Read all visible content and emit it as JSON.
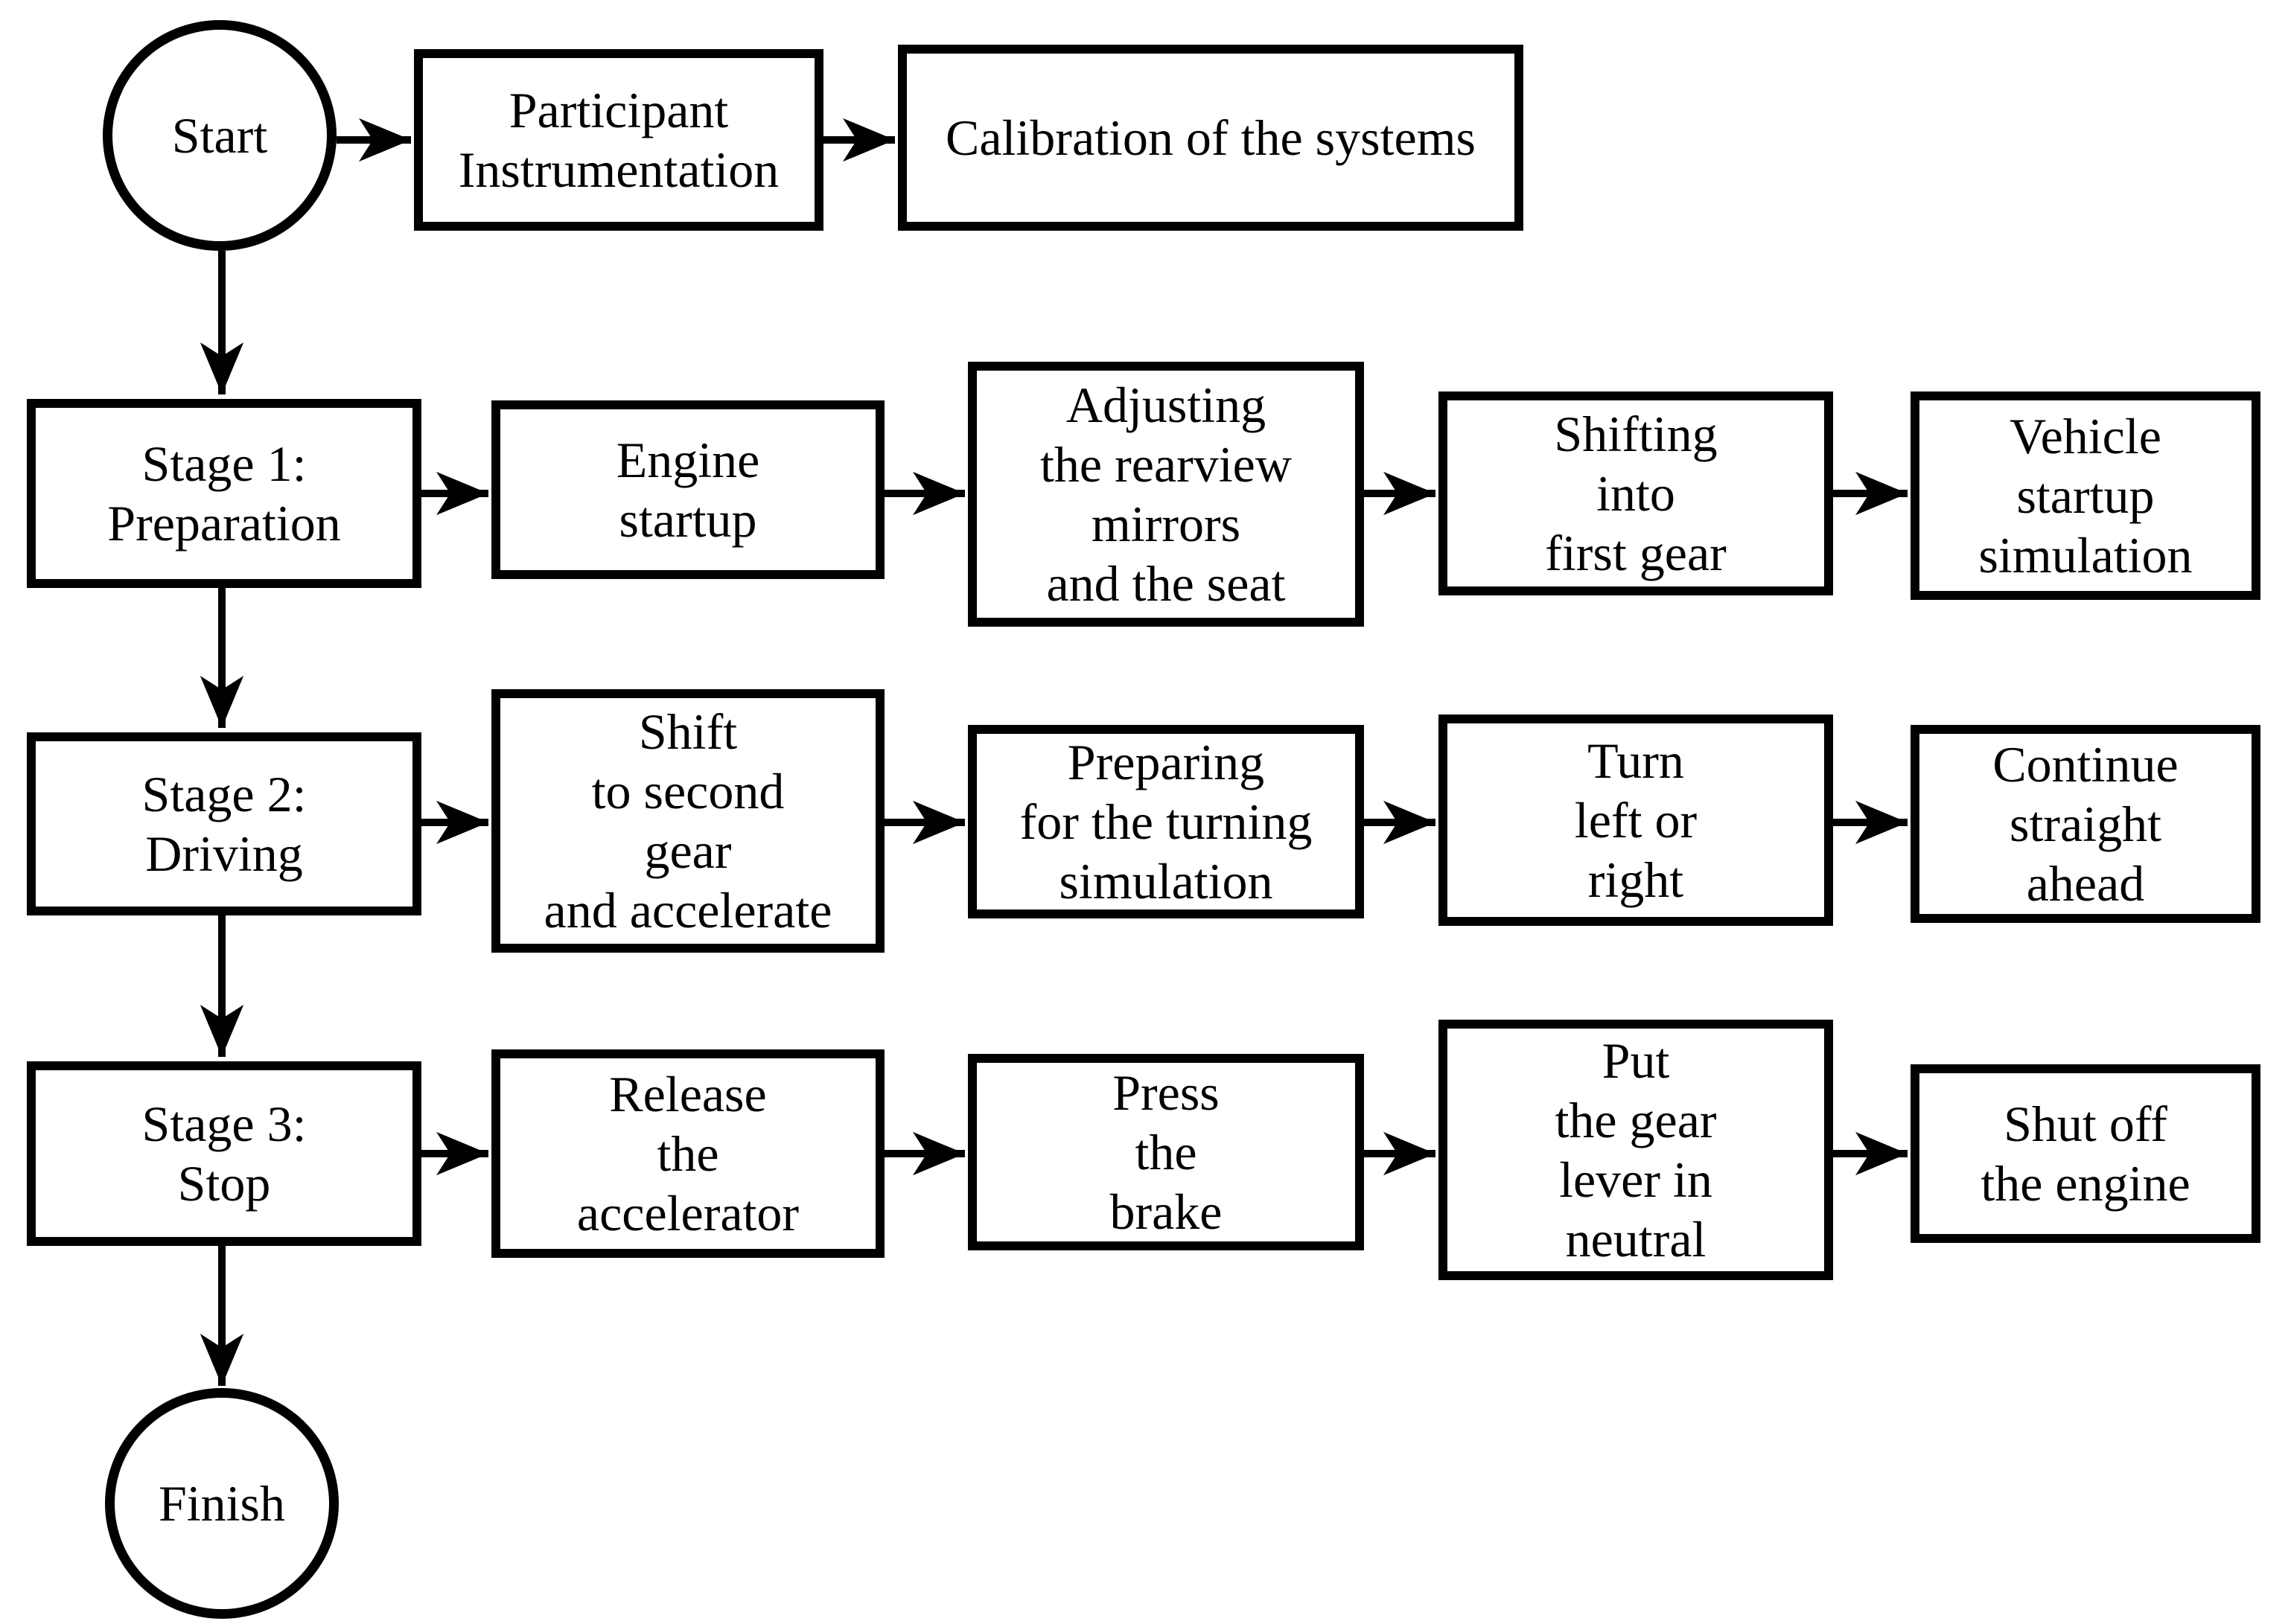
{
  "flowchart": {
    "start": {
      "label": "Start"
    },
    "finish": {
      "label": "Finish"
    },
    "top": {
      "participant": {
        "label": "Participant\nInstrumentation"
      },
      "calibration": {
        "label": "Calibration of the systems"
      }
    },
    "stage1": {
      "title": {
        "label": "Stage 1:\nPreparation"
      },
      "steps": [
        {
          "label": "Engine\nstartup"
        },
        {
          "label": "Adjusting\nthe rearview\nmirrors\nand the seat"
        },
        {
          "label": "Shifting\ninto\nfirst gear"
        },
        {
          "label": "Vehicle\nstartup\nsimulation"
        }
      ]
    },
    "stage2": {
      "title": {
        "label": "Stage 2:\nDriving"
      },
      "steps": [
        {
          "label": "Shift\nto second\ngear\nand accelerate"
        },
        {
          "label": "Preparing\nfor the turning\nsimulation"
        },
        {
          "label": "Turn\nleft or\nright"
        },
        {
          "label": "Continue\nstraight\nahead"
        }
      ]
    },
    "stage3": {
      "title": {
        "label": "Stage 3:\nStop"
      },
      "steps": [
        {
          "label": "Release\nthe\naccelerator"
        },
        {
          "label": "Press\nthe\nbrake"
        },
        {
          "label": "Put\nthe gear\nlever in\nneutral"
        },
        {
          "label": "Shut off\nthe engine"
        }
      ]
    },
    "colors": {
      "ink": "#000000",
      "background": "#ffffff"
    }
  }
}
